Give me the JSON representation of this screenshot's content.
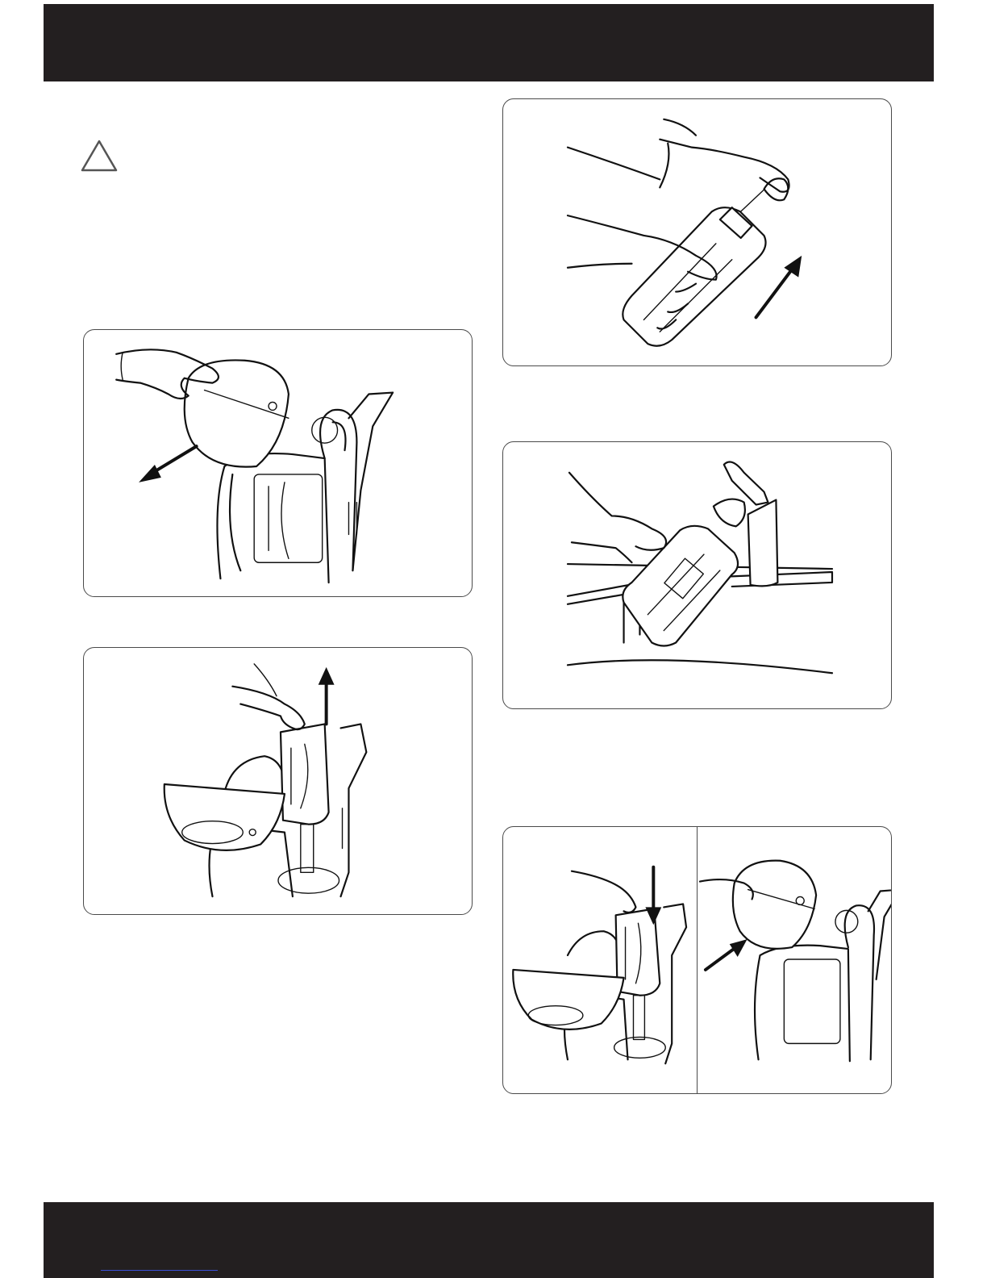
{
  "header": {
    "text": ""
  },
  "footer": {
    "text": ""
  },
  "icons": {
    "warning": "warning-triangle-icon",
    "arrow": "arrow-icon"
  },
  "colors": {
    "bar": "#231f20",
    "line_art": "#111111",
    "panel_border": "#4a4a4a",
    "footer_link": "#3a4fd6"
  },
  "figures": [
    {
      "id": "remove-tank-lid",
      "arrow": "down-left"
    },
    {
      "id": "lift-tank-out",
      "arrow": "up"
    },
    {
      "id": "remove-bottle-cap",
      "arrow": "up-right"
    },
    {
      "id": "fill-at-tap",
      "arrow": ""
    },
    {
      "id": "refit-tank",
      "arrow": "down"
    },
    {
      "id": "refit-lid",
      "arrow": "up-right"
    }
  ]
}
